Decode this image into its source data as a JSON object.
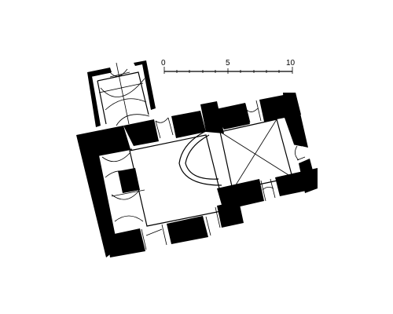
{
  "scale_bar": {
    "labels": [
      "0",
      "5",
      "10"
    ],
    "color": "#000000"
  },
  "colors": {
    "background": "#ffffff",
    "wall_fill": "#000000",
    "line": "#000000"
  }
}
